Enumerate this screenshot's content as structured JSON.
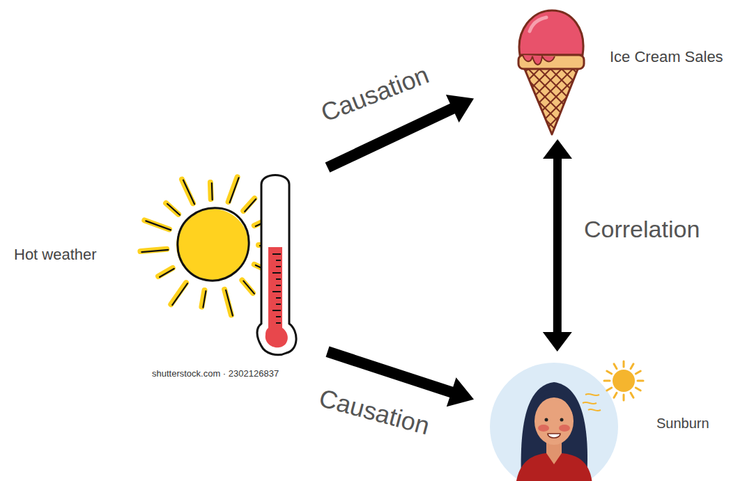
{
  "diagram": {
    "nodes": [
      {
        "text": [
          "Hot weather"
        ]
      },
      {
        "text": [
          "Ice Cream Sales"
        ]
      },
      {
        "text": [
          "Sunburn"
        ]
      }
    ],
    "edges": [
      {
        "from": 0,
        "to": 1,
        "label": "Causation",
        "arrow": "to"
      },
      {
        "from": 0,
        "to": 2,
        "label": "Causation",
        "arrow": "to"
      },
      {
        "from": 1,
        "to": 2,
        "label": "Correlation",
        "arrow": "both"
      }
    ],
    "labels": [
      "shutterstock.com · 2302126837"
    ]
  }
}
